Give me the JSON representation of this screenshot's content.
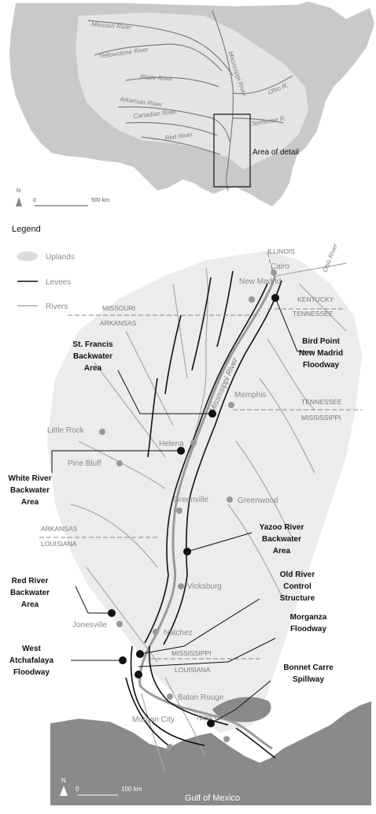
{
  "overview_map": {
    "rivers": [
      "Missouri River",
      "Yellowstone River",
      "Platte River",
      "Mississippi River",
      "Ohio R.",
      "Arkansas River",
      "Canadian River",
      "Red River",
      "Tennesse R."
    ],
    "area_label": "Area of detail",
    "north_label": "N",
    "scale_zero": "0",
    "scale_label": "500 km"
  },
  "legend": {
    "title": "Legend",
    "uplands": "Uplands",
    "levees": "Levees",
    "rivers": "Rivers"
  },
  "detail_map": {
    "states": [
      "ILLINOIS",
      "MISSOURI",
      "ARKANSAS",
      "KENTUCKY",
      "TENNESSEE",
      "TENNESSEE",
      "MISSISSIPPI",
      "ARKANSAS",
      "LOUISIANA",
      "MISSISSIPPI",
      "LOUISIANA"
    ],
    "cities": [
      "Cairo",
      "New Madrid",
      "Memphis",
      "Little Rock",
      "Helena",
      "Pine Bluff",
      "Greenville",
      "Greenwood",
      "Vicksburg",
      "Jonesville",
      "Natchez",
      "Baton Rouge",
      "Morgan City",
      "New Orleans"
    ],
    "rivers": [
      "Ohio River",
      "Mississippi River"
    ],
    "sites": [
      "Bird Point New Madrid Floodway",
      "St. Francis Backwater Area",
      "White River Backwater Area",
      "Yazoo River Backwater Area",
      "Red River Backwater Area",
      "Old River Control Structure",
      "Morganza Floodway",
      "West Atchafalaya Floodway",
      "Bonnet Carre Spillway"
    ],
    "site_lines": {
      "bird_point": [
        "Bird Point",
        "New Madrid",
        "Floodway"
      ],
      "st_francis": [
        "St. Francis",
        "Backwater",
        "Area"
      ],
      "white_river": [
        "White River",
        "Backwater",
        "Area"
      ],
      "yazoo": [
        "Yazoo River",
        "Backwater",
        "Area"
      ],
      "red_river": [
        "Red River",
        "Backwater",
        "Area"
      ],
      "old_river": [
        "Old River",
        "Control",
        "Structure"
      ],
      "morganza": [
        "Morganza",
        "Floodway"
      ],
      "west_atch": [
        "West",
        "Atchafalaya",
        "Floodway"
      ],
      "bonnet": [
        "Bonnet Carre",
        "Spillway"
      ]
    },
    "gulf_label": "Gulf of Mexico",
    "north_label": "N",
    "scale_zero": "0",
    "scale_label": "100 km"
  }
}
